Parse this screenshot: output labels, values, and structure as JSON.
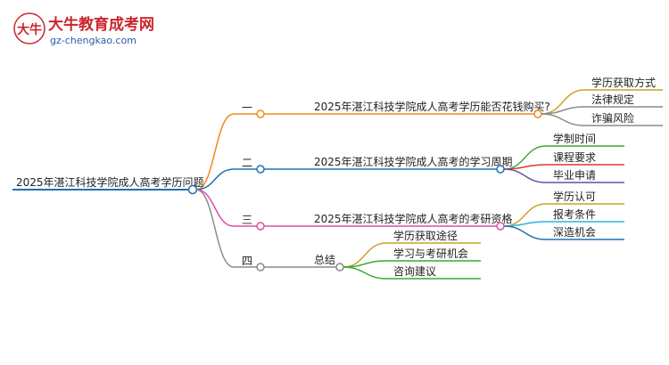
{
  "logo": {
    "name": "大牛教育成考网",
    "url": "gz-chengkao.com",
    "mark_text": "大牛"
  },
  "root": {
    "label": "2025年湛江科技学院成人高考学历问题",
    "color": "#1f6fb5"
  },
  "branches": [
    {
      "number": "一",
      "label": "2025年湛江科技学院成人高考学历能否花钱购买?",
      "color": "#ef8a17",
      "children": [
        {
          "label": "学历获取方式",
          "color": "#c9a227"
        },
        {
          "label": "法律规定",
          "color": "#8a8a8a"
        },
        {
          "label": "诈骗风险",
          "color": "#8a8a8a"
        }
      ]
    },
    {
      "number": "二",
      "label": "2025年湛江科技学院成人高考的学习周期",
      "color": "#1f6fb5",
      "children": [
        {
          "label": "学制时间",
          "color": "#3aa839"
        },
        {
          "label": "课程要求",
          "color": "#d63b2f"
        },
        {
          "label": "毕业申请",
          "color": "#6a4fa3"
        }
      ]
    },
    {
      "number": "三",
      "label": "2025年湛江科技学院成人高考的考研资格",
      "color": "#e04da6",
      "children": [
        {
          "label": "学历认可",
          "color": "#c9a227"
        },
        {
          "label": "报考条件",
          "color": "#2bb3d9"
        },
        {
          "label": "深造机会",
          "color": "#1f6fb5"
        }
      ]
    },
    {
      "number": "四",
      "label": "总结",
      "color": "#8a8a8a",
      "children": [
        {
          "label": "学历获取途径",
          "color": "#c9a227"
        },
        {
          "label": "学习与考研机会",
          "color": "#3aa839"
        },
        {
          "label": "咨询建议",
          "color": "#3aa839"
        }
      ]
    }
  ]
}
